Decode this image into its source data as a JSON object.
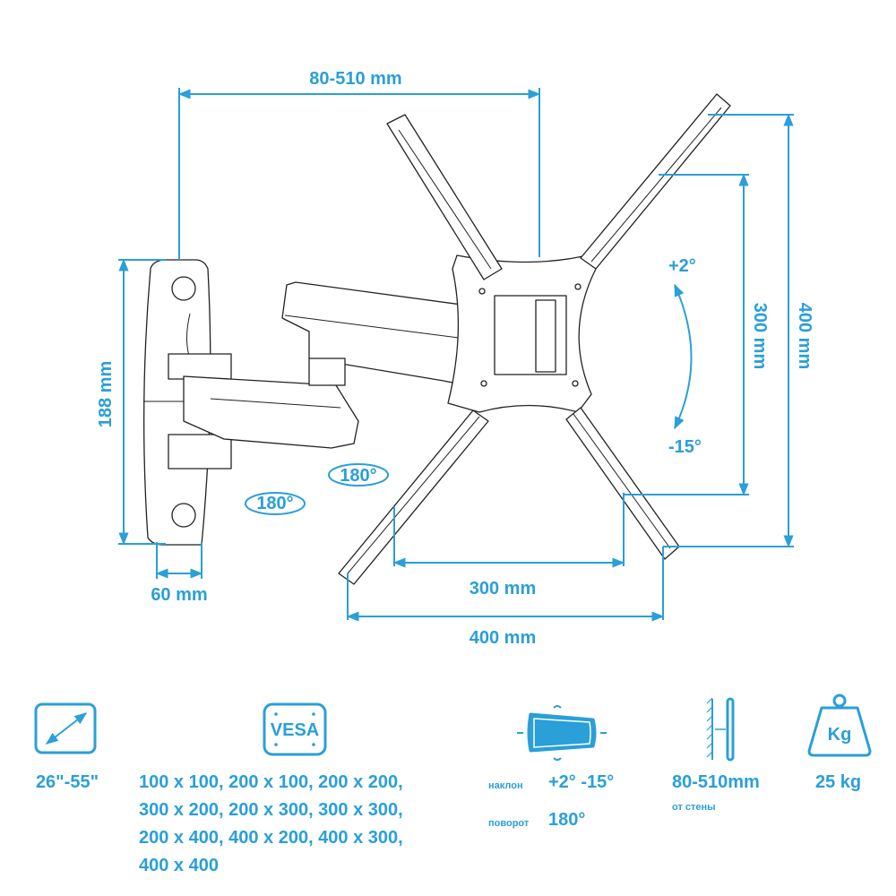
{
  "dimensions": {
    "arm_extension": "80-510 mm",
    "plate_height": "188 mm",
    "plate_depth": "60 mm",
    "vesa_h_inner": "300 mm",
    "vesa_h_outer": "400 mm",
    "vesa_v_inner": "300 mm",
    "vesa_v_outer": "400 mm",
    "tilt_up": "+2°",
    "tilt_down": "-15°",
    "swivel_arm": "180°",
    "swivel_wall": "180°"
  },
  "specs": {
    "screen_size": "26\"-55\"",
    "vesa_icon_label": "VESA",
    "vesa_lines": [
      "100 x 100, 200 x 100, 200 x 200,",
      "300 x 200, 200 x 300, 300 x 300,",
      "200 x 400, 400 x 200, 400 x 300,",
      "400 x 400"
    ],
    "tilt_label": "наклон",
    "tilt_value": "+2° -15°",
    "swivel_label": "поворот",
    "swivel_value": "180°",
    "wall_distance": "80-510mm",
    "wall_distance_note": "от стены",
    "weight_icon_label": "Kg",
    "max_weight": "25 kg"
  },
  "colors": {
    "accent": "#2a9fd8",
    "line": "#222222"
  }
}
